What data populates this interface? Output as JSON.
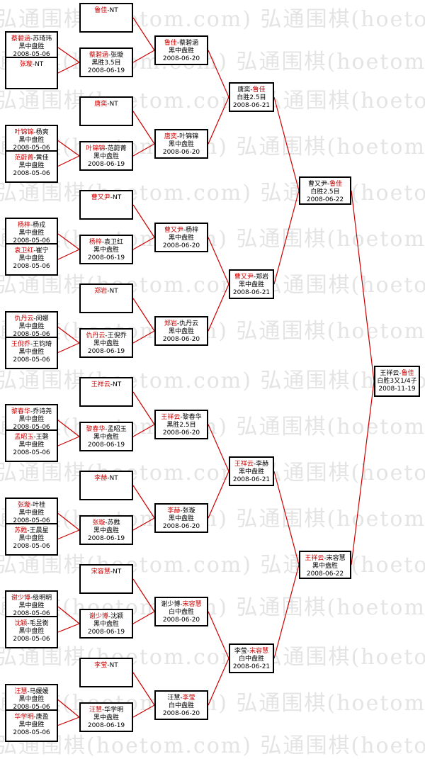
{
  "watermark": "弘通围棋(hoetom.com)",
  "colors": {
    "winner": "#cc0000",
    "line": "#cc0000",
    "border": "#000000",
    "watermark": "#e4e4e4"
  },
  "bracket": {
    "r1": [
      {
        "p1": "蔡碧涵",
        "p2": "苏琦玮",
        "winner": 1,
        "result": "黑中盘胜",
        "date": "2008-05-06"
      },
      {
        "p1": "张璇",
        "p2": "NT",
        "winner": 1,
        "result": "",
        "date": ""
      },
      {
        "p1": "叶锦锦",
        "p2": "杨爽",
        "winner": 1,
        "result": "黑中盘胜",
        "date": "2008-05-06"
      },
      {
        "p1": "范蔚菁",
        "p2": "黄佳",
        "winner": 1,
        "result": "黑中盘胜",
        "date": "2008-05-06"
      },
      {
        "p1": "杨梓",
        "p2": "杨戎",
        "winner": 1,
        "result": "黑中盘胜",
        "date": "2008-05-06"
      },
      {
        "p1": "袁卫红",
        "p2": "崔宁",
        "winner": 1,
        "result": "黑中盘胜",
        "date": "2008-05-06"
      },
      {
        "p1": "仇丹云",
        "p2": "闵娜",
        "winner": 1,
        "result": "黑中盘胜",
        "date": "2008-05-06"
      },
      {
        "p1": "王倪乔",
        "p2": "王钧琦",
        "winner": 1,
        "result": "黑中盘胜",
        "date": "2008-05-06"
      },
      {
        "p1": "黎春华",
        "p2": "乔诗尧",
        "winner": 1,
        "result": "黑中盘胜",
        "date": "2008-05-06"
      },
      {
        "p1": "孟昭玉",
        "p2": "王磬",
        "winner": 1,
        "result": "黑中盘胜",
        "date": "2008-05-06"
      },
      {
        "p1": "张璇",
        "p2": "叶桂",
        "winner": 1,
        "result": "黑中盘胜",
        "date": "2008-05-06"
      },
      {
        "p1": "苏甦",
        "p2": "王晨星",
        "winner": 1,
        "result": "黑中盘胜",
        "date": "2008-05-06"
      },
      {
        "p1": "谢少博",
        "p2": "级明明",
        "winner": 1,
        "result": "黑中盘胜",
        "date": "2008-05-06"
      },
      {
        "p1": "沈颖",
        "p2": "毛昱衡",
        "winner": 1,
        "result": "黑中盘胜",
        "date": "2008-05-06"
      },
      {
        "p1": "汪慧",
        "p2": "马媛媛",
        "winner": 1,
        "result": "黑中盘胜",
        "date": "2008-05-06"
      },
      {
        "p1": "华学明",
        "p2": "唐盈",
        "winner": 1,
        "result": "黑中盘胜",
        "date": "2008-05-06"
      }
    ],
    "r2": [
      {
        "p1": "鲁佳",
        "p2": "NT",
        "winner": 1,
        "result": "",
        "date": ""
      },
      {
        "p1": "蔡碧涵",
        "p2": "张璇",
        "winner": 1,
        "result": "黑胜3.5目",
        "date": "2008-06-19"
      },
      {
        "p1": "唐奕",
        "p2": "NT",
        "winner": 1,
        "result": "",
        "date": ""
      },
      {
        "p1": "叶锦锦",
        "p2": "范蔚菁",
        "winner": 1,
        "result": "黑中盘胜",
        "date": "2008-06-19"
      },
      {
        "p1": "曹又尹",
        "p2": "NT",
        "winner": 1,
        "result": "",
        "date": ""
      },
      {
        "p1": "杨梓",
        "p2": "袁卫红",
        "winner": 1,
        "result": "黑中盘胜",
        "date": "2008-06-19"
      },
      {
        "p1": "郑岩",
        "p2": "NT",
        "winner": 1,
        "result": "",
        "date": ""
      },
      {
        "p1": "仇丹云",
        "p2": "王倪乔",
        "winner": 1,
        "result": "黑中盘胜",
        "date": "2008-06-19"
      },
      {
        "p1": "王祥云",
        "p2": "NT",
        "winner": 1,
        "result": "",
        "date": ""
      },
      {
        "p1": "黎春华",
        "p2": "孟昭玉",
        "winner": 1,
        "result": "黑中盘胜",
        "date": "2008-06-19"
      },
      {
        "p1": "李赫",
        "p2": "NT",
        "winner": 1,
        "result": "",
        "date": ""
      },
      {
        "p1": "张璇",
        "p2": "苏甦",
        "winner": 1,
        "result": "黑中盘胜",
        "date": "2008-06-19"
      },
      {
        "p1": "宋容慧",
        "p2": "NT",
        "winner": 1,
        "result": "",
        "date": ""
      },
      {
        "p1": "谢少博",
        "p2": "沈颖",
        "winner": 1,
        "result": "黑中盘胜",
        "date": "2008-06-19"
      },
      {
        "p1": "李莹",
        "p2": "NT",
        "winner": 1,
        "result": "",
        "date": ""
      },
      {
        "p1": "汪慧",
        "p2": "华学明",
        "winner": 1,
        "result": "黑中盘胜",
        "date": "2008-06-19"
      }
    ],
    "r3": [
      {
        "p1": "鲁佳",
        "p2": "蔡碧涵",
        "winner": 1,
        "result": "黑中盘胜",
        "date": "2008-06-20"
      },
      {
        "p1": "唐奕",
        "p2": "叶锦锦",
        "winner": 1,
        "result": "黑中盘胜",
        "date": "2008-06-20"
      },
      {
        "p1": "曹又尹",
        "p2": "杨梓",
        "winner": 1,
        "result": "黑中盘胜",
        "date": "2008-06-20"
      },
      {
        "p1": "郑岩",
        "p2": "仇丹云",
        "winner": 1,
        "result": "黑中盘胜",
        "date": "2008-06-20"
      },
      {
        "p1": "王祥云",
        "p2": "黎春华",
        "winner": 1,
        "result": "黑胜2.5目",
        "date": "2008-06-20"
      },
      {
        "p1": "李赫",
        "p2": "张璇",
        "winner": 1,
        "result": "黑中盘胜",
        "date": "2008-06-20"
      },
      {
        "p1": "谢少博",
        "p2": "宋容慧",
        "winner": 2,
        "result": "白中盘胜",
        "date": "2008-06-20"
      },
      {
        "p1": "汪慧",
        "p2": "李莹",
        "winner": 2,
        "result": "白中盘胜",
        "date": "2008-06-20"
      }
    ],
    "r4": [
      {
        "p1": "唐奕",
        "p2": "鲁佳",
        "winner": 2,
        "result": "白胜2.5目",
        "date": "2008-06-21"
      },
      {
        "p1": "曹又尹",
        "p2": "郑岩",
        "winner": 1,
        "result": "黑中盘胜",
        "date": "2008-06-21"
      },
      {
        "p1": "王祥云",
        "p2": "李赫",
        "winner": 1,
        "result": "黑中盘胜",
        "date": "2008-06-21"
      },
      {
        "p1": "李莹",
        "p2": "宋容慧",
        "winner": 2,
        "result": "白中盘胜",
        "date": "2008-06-21"
      }
    ],
    "r5": [
      {
        "p1": "曹又尹",
        "p2": "鲁佳",
        "winner": 2,
        "result": "白胜2.5目",
        "date": "2008-06-22"
      },
      {
        "p1": "王祥云",
        "p2": "宋容慧",
        "winner": 1,
        "result": "黑中盘胜",
        "date": "2008-06-22"
      }
    ],
    "final": [
      {
        "p1": "王祥云",
        "p2": "鲁佳",
        "winner": 2,
        "result": "白胜3又1/4子",
        "date": "2008-11-19"
      }
    ]
  }
}
